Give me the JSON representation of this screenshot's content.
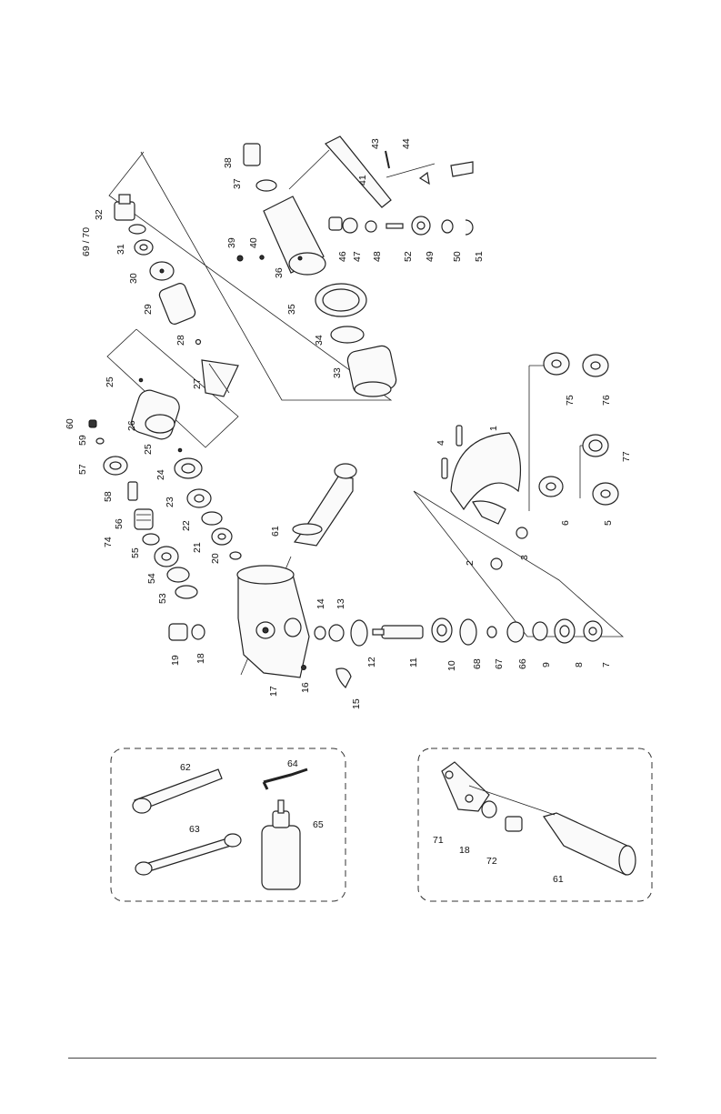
{
  "diagram": {
    "part_labels": {
      "p1": "1",
      "p2": "2",
      "p3": "3",
      "p4": "4",
      "p5": "5",
      "p6": "6",
      "p7": "7",
      "p8": "8",
      "p9": "9",
      "p10": "10",
      "p11": "11",
      "p12": "12",
      "p13": "13",
      "p14": "14",
      "p15": "15",
      "p16": "16",
      "p17": "17",
      "p18": "18",
      "p19": "19",
      "p20": "20",
      "p21": "21",
      "p22": "22",
      "p23": "23",
      "p24": "24",
      "p25a": "25",
      "p25b": "25",
      "p26": "26",
      "p27": "27",
      "p28": "28",
      "p29": "29",
      "p30": "30",
      "p31": "31",
      "p32": "32",
      "p33": "33",
      "p34": "34",
      "p35": "35",
      "p36": "36",
      "p37": "37",
      "p38": "38",
      "p39": "39",
      "p40": "40",
      "p41": "41",
      "p43": "43",
      "p44": "44",
      "p46": "46",
      "p47": "47",
      "p48": "48",
      "p49": "49",
      "p50": "50",
      "p51": "51",
      "p52": "52",
      "p53": "53",
      "p54": "54",
      "p55": "55",
      "p56": "56",
      "p57": "57",
      "p58": "58",
      "p59": "59",
      "p60": "60",
      "p61a": "61",
      "p62": "62",
      "p63": "63",
      "p64": "64",
      "p65": "65",
      "p66": "66",
      "p67": "67",
      "p68": "68",
      "p6970": "69 / 70",
      "p71": "71",
      "p72": "72",
      "p74": "74",
      "p75": "75",
      "p76": "76",
      "p77": "77",
      "p18b": "18",
      "p61b": "61"
    }
  }
}
